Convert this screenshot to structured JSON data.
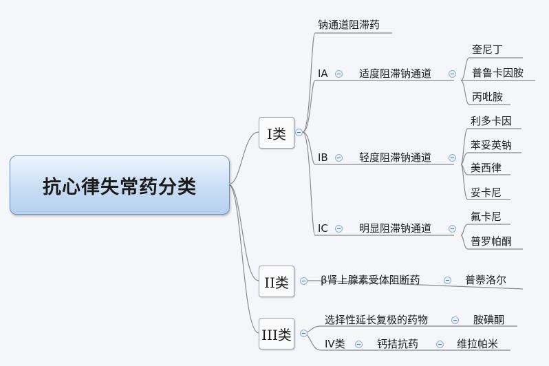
{
  "root": "抗心律失常药分类",
  "class1": {
    "label": "I类",
    "sodium_blocker": "钠通道阻滞药",
    "ia": {
      "label": "IA",
      "desc": "适度阻滞钠通道",
      "drugs": [
        "奎尼丁",
        "普鲁卡因胺",
        "丙吡胺"
      ]
    },
    "ib": {
      "label": "IB",
      "desc": "轻度阻滞钠通道",
      "drugs": [
        "利多卡因",
        "苯妥英钠",
        "美西律",
        "妥卡尼"
      ]
    },
    "ic": {
      "label": "IC",
      "desc": "明显阻滞钠通道",
      "drugs": [
        "氟卡尼",
        "普罗帕酮"
      ]
    }
  },
  "class2": {
    "label": "II类",
    "desc": "β肾上腺素受体阻断药",
    "drug": "普萘洛尔"
  },
  "class3": {
    "label": "III类",
    "desc": "选择性延长复极的药物",
    "drug": "胺碘酮"
  },
  "class4": {
    "label": "IV类",
    "desc": "钙拮抗药",
    "drug": "维拉帕米"
  },
  "colors": {
    "line": "#8a8a8a",
    "root_fill": "#c8ddf4",
    "root_border": "#6f93c4",
    "toggle": "#8fb0d6"
  }
}
